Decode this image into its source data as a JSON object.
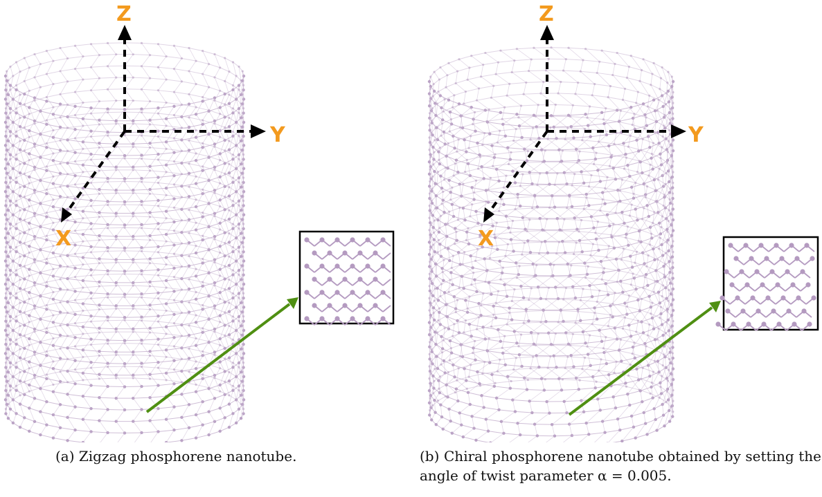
{
  "panels": [
    {
      "id": "a",
      "axes": {
        "z": "Z",
        "y": "Y",
        "x": "X"
      },
      "caption": "(a) Zigzag phosphorene nanotube.",
      "twist": false
    },
    {
      "id": "b",
      "axes": {
        "z": "Z",
        "y": "Y",
        "x": "X"
      },
      "caption": "(b) Chiral phosphorene nanotube obtained by setting the angle of twist parameter α = 0.005.",
      "twist": true
    }
  ],
  "colors": {
    "atom": "#b49ac0",
    "bond": "#c7b3d0",
    "axis_label": "#f39a1e",
    "pointer_arrow": "#4f8f12",
    "axis_arrow": "#000000"
  },
  "icons": [
    "dashed-axis-arrow",
    "green-pointer-arrow",
    "zoom-inset"
  ]
}
